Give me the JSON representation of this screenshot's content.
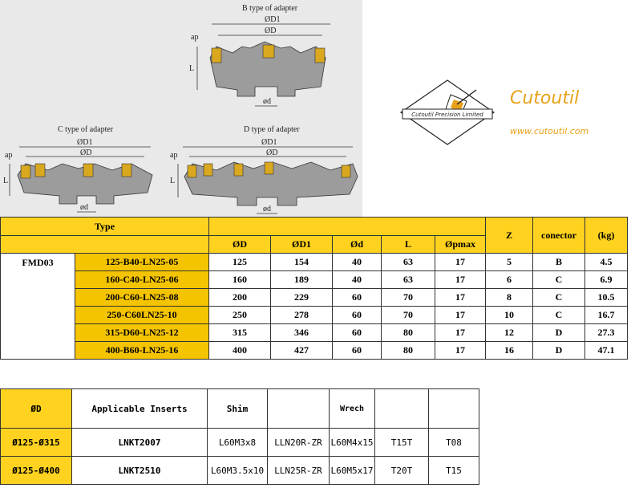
{
  "drawings": {
    "b_caption": "B type of adapter",
    "c_caption": "C type of adapter",
    "d_caption": "D type of adapter",
    "dim_d1": "ØD1",
    "dim_d": "ØD",
    "dim_ap": "ap",
    "dim_l": "L",
    "dim_dd": "ød"
  },
  "brand": {
    "logo_text": "Cutoutil Precision Limited",
    "name": "Cutoutil",
    "url": "www.cutoutil.com"
  },
  "spec": {
    "headers": {
      "type": "Type",
      "od": "ØD",
      "od1": "ØD1",
      "odd": "Ød",
      "l": "L",
      "opmax": "Øpmax",
      "z": "Z",
      "conector": "conector",
      "kg": "(kg)"
    },
    "series": "FMD03",
    "rows": [
      {
        "type": "125-B40-LN25-05",
        "od": "125",
        "od1": "154",
        "odd": "40",
        "l": "63",
        "opmax": "17",
        "z": "5",
        "conector": "B",
        "kg": "4.5"
      },
      {
        "type": "160-C40-LN25-06",
        "od": "160",
        "od1": "189",
        "odd": "40",
        "l": "63",
        "opmax": "17",
        "z": "6",
        "conector": "C",
        "kg": "6.9"
      },
      {
        "type": "200-C60-LN25-08",
        "od": "200",
        "od1": "229",
        "odd": "60",
        "l": "70",
        "opmax": "17",
        "z": "8",
        "conector": "C",
        "kg": "10.5"
      },
      {
        "type": "250-C60LN25-10",
        "od": "250",
        "od1": "278",
        "odd": "60",
        "l": "70",
        "opmax": "17",
        "z": "10",
        "conector": "C",
        "kg": "16.7"
      },
      {
        "type": "315-D60-LN25-12",
        "od": "315",
        "od1": "346",
        "odd": "60",
        "l": "80",
        "opmax": "17",
        "z": "12",
        "conector": "D",
        "kg": "27.3"
      },
      {
        "type": "400-B60-LN25-16",
        "od": "400",
        "od1": "427",
        "odd": "60",
        "l": "80",
        "opmax": "17",
        "z": "16",
        "conector": "D",
        "kg": "47.1"
      }
    ]
  },
  "inserts": {
    "headers": {
      "od": "ØD",
      "applicable": "Applicable Inserts",
      "shim": "Shim",
      "wrech": "Wrech"
    },
    "rows": [
      {
        "od": "Ø125-Ø315",
        "insert": "LNKT2007",
        "shim": "L60M3x8",
        "c2": "LLN20R-ZR",
        "wrech": "L60M4x15",
        "c4": "T15T",
        "c5": "T08"
      },
      {
        "od": "Ø125-Ø400",
        "insert": "LNKT2510",
        "shim": "L60M3.5x10",
        "c2": "LLN25R-ZR",
        "wrech": "L60M5x17",
        "c4": "T20T",
        "c5": "T15"
      }
    ]
  }
}
